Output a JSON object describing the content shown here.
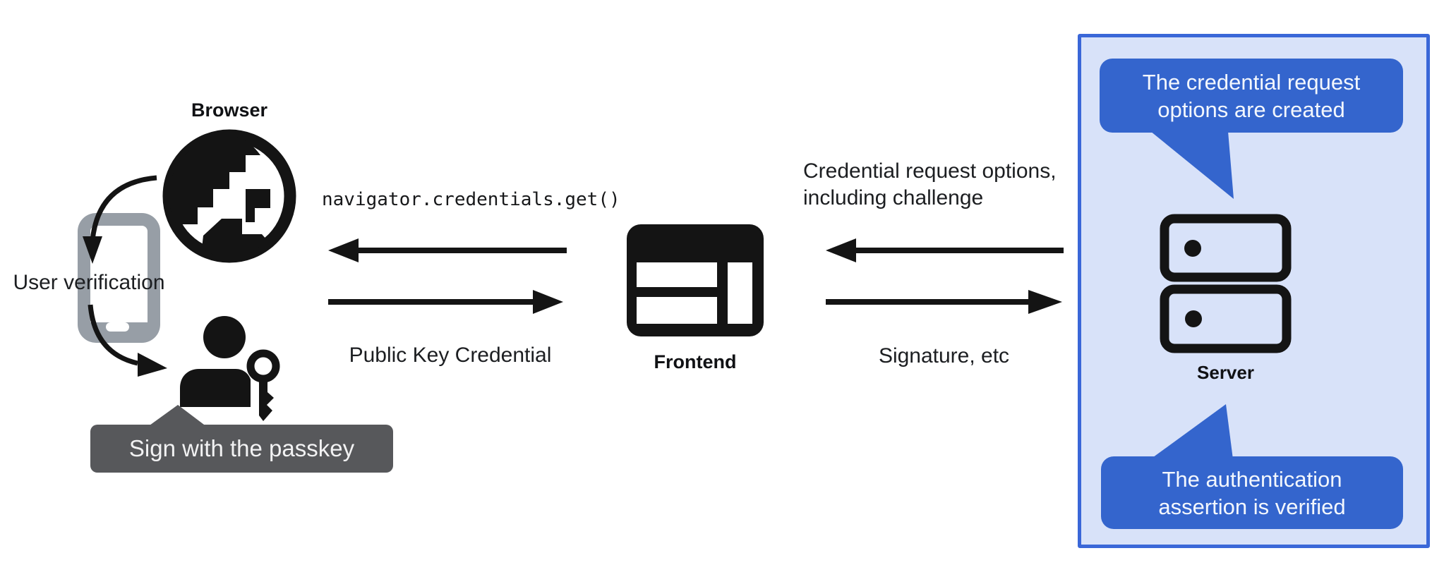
{
  "colors": {
    "icon_black": "#141414",
    "phone_gray": "#979ea6",
    "tooltip_bg": "#57585b",
    "tooltip_text": "#f2f2f3",
    "panel_fill": "#d8e2f9",
    "panel_border": "#3a67d8",
    "bubble_bg": "#3465cd",
    "bubble_text": "#f3f7fd",
    "label_text": "#1c1e21"
  },
  "left": {
    "browser_label": "Browser",
    "user_verification_label": "User verification",
    "passkey_tooltip": "Sign with the passkey"
  },
  "middle": {
    "code_call": "navigator.credentials.get()",
    "response_label": "Public Key Credential",
    "frontend_label": "Frontend"
  },
  "right": {
    "request_label_line1": "Credential request options,",
    "request_label_line2": "including challenge",
    "response_label": "Signature, etc",
    "server_label": "Server",
    "bubble_top_line1": "The credential request",
    "bubble_top_line2": "options are created",
    "bubble_bottom_line1": "The authentication",
    "bubble_bottom_line2": "assertion is verified"
  }
}
